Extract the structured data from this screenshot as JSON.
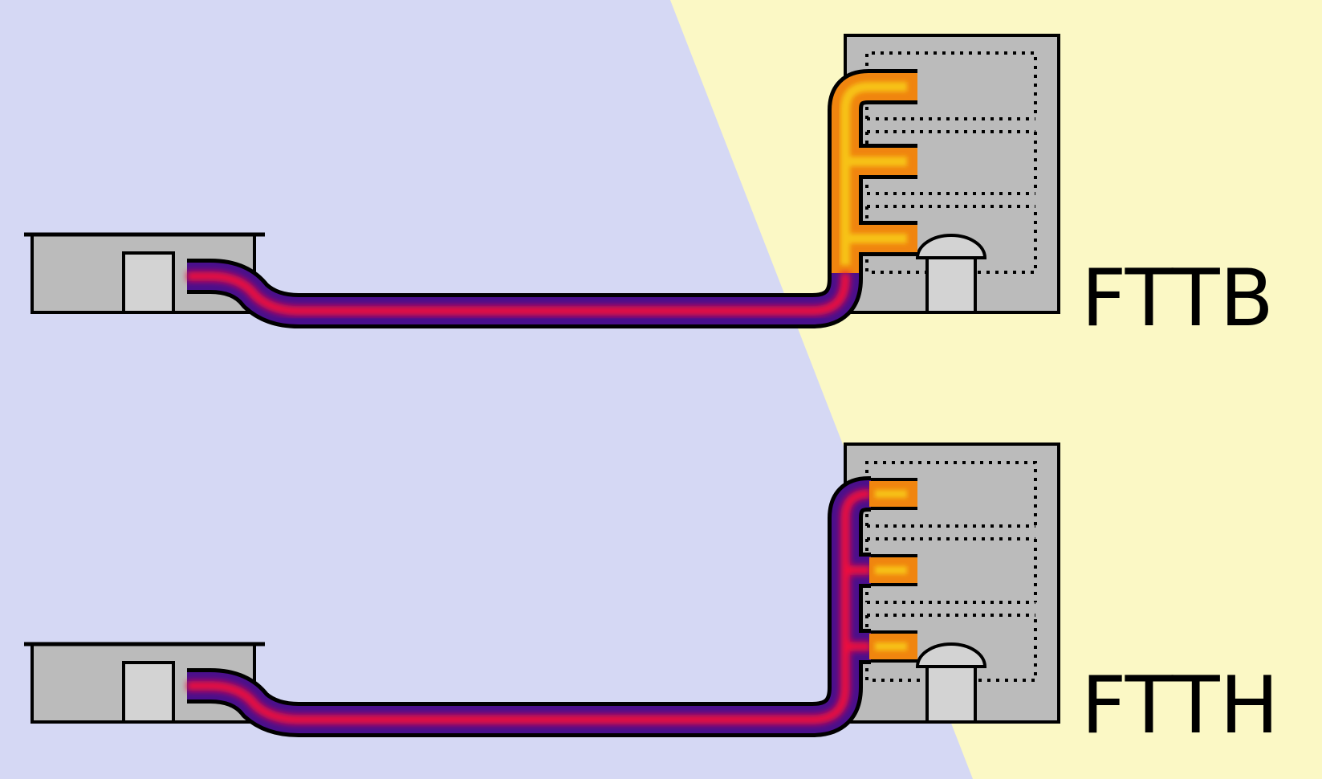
{
  "colors": {
    "provider_side": "#d5d8f4",
    "customer_side": "#fbf8c5",
    "building": "#bbbbbb",
    "door": "#d3d3d3",
    "outline": "#000000",
    "fiber_core": "#ee0a3c",
    "fiber_sheath": "#4a0f8c",
    "copper_core": "#f7c218",
    "copper_sheath": "#f0850f"
  },
  "icons": {
    "central_office": "low-building-icon",
    "apartment_building": "multi-storey-building-icon",
    "fiber": "fiber-cable-icon",
    "copper": "copper-cable-icon"
  },
  "diagrams": [
    {
      "id": "fttb",
      "label": "FTTB",
      "fiber_reaches": "building",
      "floors_served": 3
    },
    {
      "id": "ftth",
      "label": "FTTH",
      "fiber_reaches": "home",
      "floors_served": 3
    }
  ]
}
